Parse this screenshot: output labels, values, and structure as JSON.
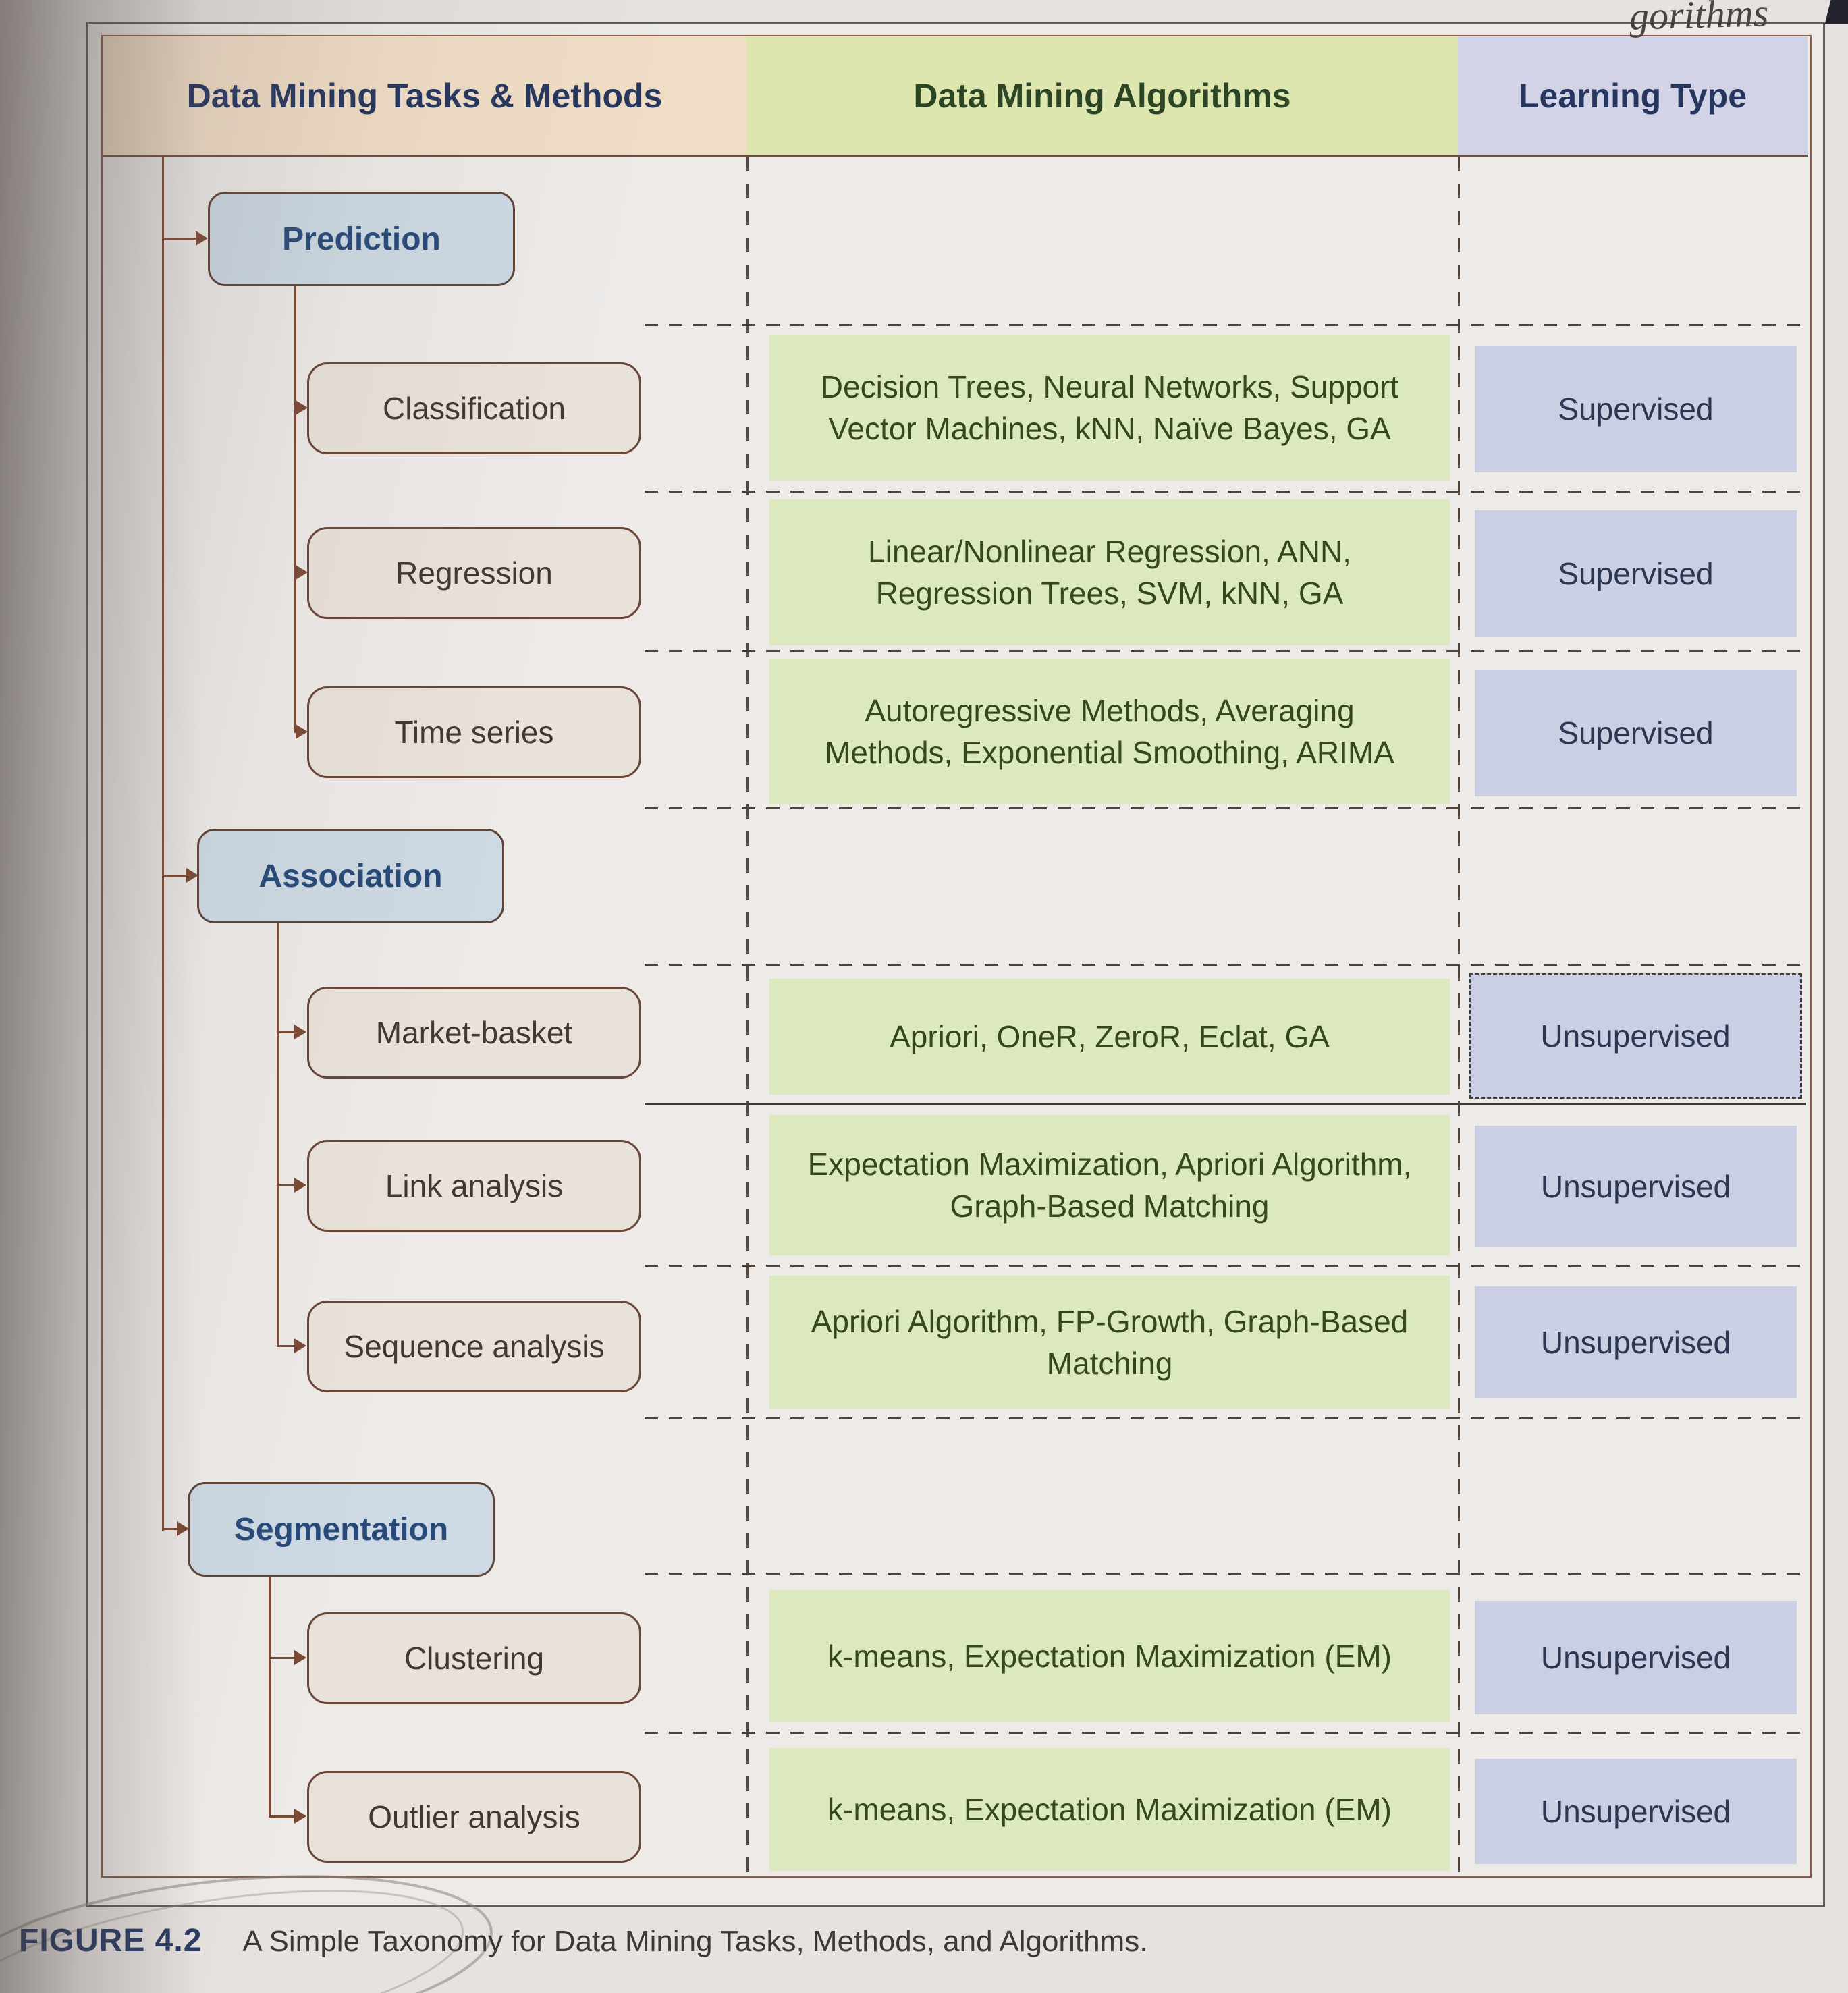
{
  "page": {
    "running_header_fragment": "gorithms",
    "caption_label": "FIGURE 4.2",
    "caption_text": "A Simple Taxonomy for Data Mining Tasks, Methods, and Algorithms."
  },
  "table": {
    "headers": [
      {
        "label": "Data Mining Tasks & Methods"
      },
      {
        "label": "Data Mining Algorithms"
      },
      {
        "label": "Learning Type"
      }
    ]
  },
  "taxonomy": {
    "categories": [
      {
        "label": "Prediction",
        "methods": [
          "Classification",
          "Regression",
          "Time series"
        ]
      },
      {
        "label": "Association",
        "methods": [
          "Market-basket",
          "Link analysis",
          "Sequence analysis"
        ]
      },
      {
        "label": "Segmentation",
        "methods": [
          "Clustering",
          "Outlier analysis"
        ]
      }
    ]
  },
  "rows": [
    {
      "method": "Classification",
      "algorithms": "Decision Trees, Neural Networks, Support Vector Machines, kNN, Naïve Bayes, GA",
      "learning": "Supervised"
    },
    {
      "method": "Regression",
      "algorithms": "Linear/Nonlinear Regression, ANN, Regression Trees, SVM, kNN, GA",
      "learning": "Supervised"
    },
    {
      "method": "Time series",
      "algorithms": "Autoregressive Methods, Averaging Methods, Exponential Smoothing, ARIMA",
      "learning": "Supervised"
    },
    {
      "method": "Market-basket",
      "algorithms": "Apriori, OneR, ZeroR, Eclat, GA",
      "learning": "Unsupervised"
    },
    {
      "method": "Link analysis",
      "algorithms": "Expectation Maximization, Apriori Algorithm, Graph-Based Matching",
      "learning": "Unsupervised"
    },
    {
      "method": "Sequence analysis",
      "algorithms": "Apriori Algorithm, FP-Growth, Graph-Based Matching",
      "learning": "Unsupervised"
    },
    {
      "method": "Clustering",
      "algorithms": "k-means, Expectation Maximization (EM)",
      "learning": "Unsupervised"
    },
    {
      "method": "Outlier analysis",
      "algorithms": "k-means, Expectation Maximization (EM)",
      "learning": "Unsupervised"
    }
  ],
  "colors": {
    "header_tasks_bg": "#f0ddc6",
    "header_algorithms_bg": "#dee6b0",
    "header_learning_bg": "#d2d3e6",
    "category_box_bg": "#cdd9e3",
    "method_box_bg": "#e9e2da",
    "algorithms_cell_bg": "#dce8bf",
    "learning_cell_bg": "#cbcfe4",
    "connector_line": "#7b4a35",
    "dashed_line": "#4c443c"
  }
}
